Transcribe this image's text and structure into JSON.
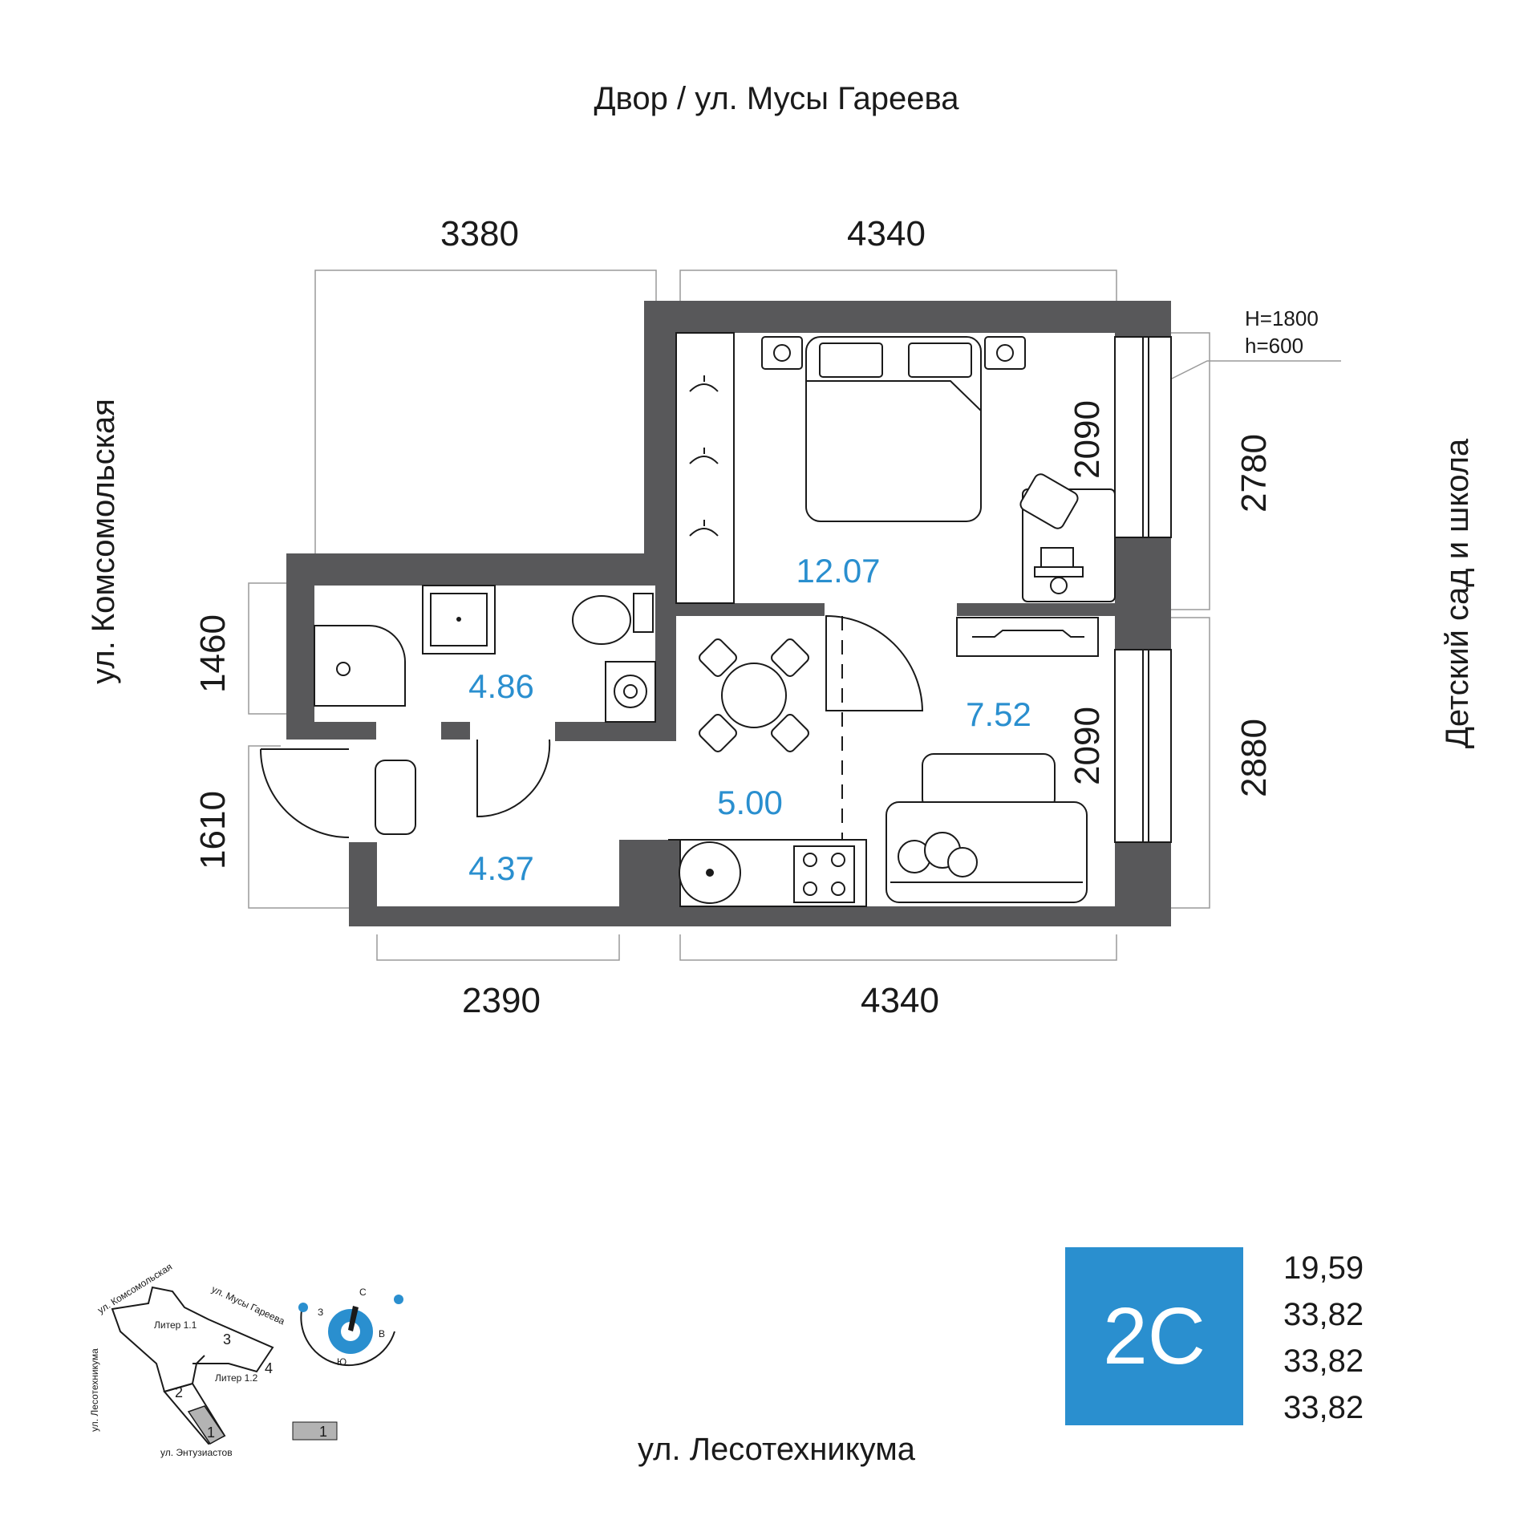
{
  "streets": {
    "top": "Двор / ул. Мусы Гареева",
    "left": "ул. Комсомольская",
    "right": "Детский сад и школа",
    "bottom": "ул. Лесотехникума"
  },
  "dimensions": {
    "top_left": "3380",
    "top_right": "4340",
    "bottom_left": "2390",
    "bottom_right": "4340",
    "left_upper": "1460",
    "left_lower": "1610",
    "right_upper": "2780",
    "right_lower": "2880",
    "window_upper": "2090",
    "window_lower": "2090"
  },
  "window_note": {
    "height": "H=1800",
    "sill": "h=600"
  },
  "rooms": {
    "bedroom": "12.07",
    "bathroom": "4.86",
    "living": "7.52",
    "kitchen": "5.00",
    "hallway": "4.37"
  },
  "apartment": {
    "type": "2С",
    "areas": [
      "19,59",
      "33,82",
      "33,82",
      "33,82"
    ]
  },
  "site_map": {
    "streets": [
      "ул. Комсомольская",
      "ул. Мусы Гареева",
      "ул. Лесотехникума",
      "ул. Энтузиастов"
    ],
    "buildings": [
      "Литер 1.1",
      "Литер 1.2"
    ],
    "sections": [
      "1",
      "2",
      "3",
      "4"
    ],
    "legend_section": "1"
  },
  "compass": {
    "north": "С",
    "south": "Ю",
    "west": "З",
    "east": "В"
  },
  "colors": {
    "accent": "#2a8fcf",
    "wall": "#58585a"
  }
}
